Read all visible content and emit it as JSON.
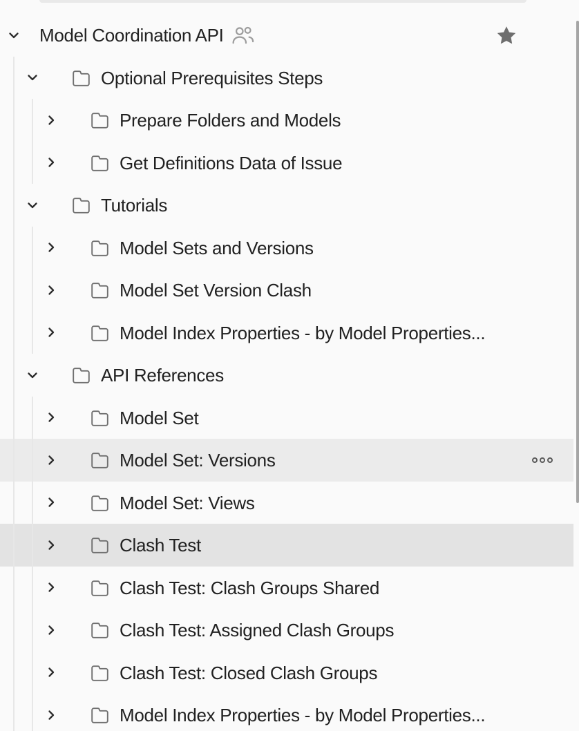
{
  "collection": {
    "title": "Model Coordination API",
    "expanded": true,
    "shared_icon": "people-icon",
    "favorite_icon": "star-filled-icon",
    "starred": true
  },
  "tree": {
    "rows": [
      {
        "label": "Model Coordination API",
        "level": 1,
        "type": "collection",
        "chevron": "down",
        "icon": "none",
        "state": "default",
        "actions": false,
        "shared": true,
        "starred": true
      },
      {
        "label": "Optional Prerequisites Steps",
        "level": 2,
        "type": "folder",
        "chevron": "down",
        "icon": "folder",
        "state": "default",
        "actions": false
      },
      {
        "label": "Prepare Folders and Models",
        "level": 3,
        "type": "folder",
        "chevron": "right",
        "icon": "folder",
        "state": "default",
        "actions": false
      },
      {
        "label": "Get Definitions Data of Issue",
        "level": 3,
        "type": "folder",
        "chevron": "right",
        "icon": "folder",
        "state": "default",
        "actions": false
      },
      {
        "label": "Tutorials",
        "level": 2,
        "type": "folder",
        "chevron": "down",
        "icon": "folder",
        "state": "default",
        "actions": false
      },
      {
        "label": "Model Sets and Versions",
        "level": 3,
        "type": "folder",
        "chevron": "right",
        "icon": "folder",
        "state": "default",
        "actions": false
      },
      {
        "label": "Model Set Version Clash",
        "level": 3,
        "type": "folder",
        "chevron": "right",
        "icon": "folder",
        "state": "default",
        "actions": false
      },
      {
        "label": "Model Index Properties - by Model Properties...",
        "level": 3,
        "type": "folder",
        "chevron": "right",
        "icon": "folder",
        "state": "default",
        "actions": false
      },
      {
        "label": "API References",
        "level": 2,
        "type": "folder",
        "chevron": "down",
        "icon": "folder",
        "state": "default",
        "actions": false
      },
      {
        "label": "Model Set",
        "level": 3,
        "type": "folder",
        "chevron": "right",
        "icon": "folder",
        "state": "default",
        "actions": false
      },
      {
        "label": "Model Set: Versions",
        "level": 3,
        "type": "folder",
        "chevron": "right",
        "icon": "folder",
        "state": "hover",
        "actions": true
      },
      {
        "label": "Model Set: Views",
        "level": 3,
        "type": "folder",
        "chevron": "right",
        "icon": "folder",
        "state": "default",
        "actions": false
      },
      {
        "label": "Clash Test",
        "level": 3,
        "type": "folder",
        "chevron": "right",
        "icon": "folder",
        "state": "selected",
        "actions": false
      },
      {
        "label": "Clash Test: Clash Groups Shared",
        "level": 3,
        "type": "folder",
        "chevron": "right",
        "icon": "folder",
        "state": "default",
        "actions": false
      },
      {
        "label": "Clash Test: Assigned Clash Groups",
        "level": 3,
        "type": "folder",
        "chevron": "right",
        "icon": "folder",
        "state": "default",
        "actions": false
      },
      {
        "label": "Clash Test: Closed Clash Groups",
        "level": 3,
        "type": "folder",
        "chevron": "right",
        "icon": "folder",
        "state": "default",
        "actions": false
      },
      {
        "label": "Model Index Properties - by Model Properties...",
        "level": 3,
        "type": "folder",
        "chevron": "right",
        "icon": "folder",
        "state": "default",
        "actions": false
      }
    ]
  },
  "icons": {
    "more_actions": "three-dots-icon",
    "row_icon": "folder-icon",
    "expand_collapsed": "chevron-right-icon",
    "expand_expanded": "chevron-down-icon"
  },
  "colors": {
    "background": "#fafafa",
    "text": "#212121",
    "folder_stroke": "#6f6f6f",
    "chevron_stroke": "#2b2b2b",
    "people_stroke": "#9c9c9c",
    "star_fill": "#6e6e6e",
    "hover_row_bg": "#ebebeb",
    "selected_row_bg": "#e3e3e3",
    "indent_guide": "#e7e7e7",
    "scrollbar_thumb": "#a5a5a5",
    "more_actions_dots": "#5a5a5a",
    "search_remnant_bg": "#e9e9e9"
  }
}
